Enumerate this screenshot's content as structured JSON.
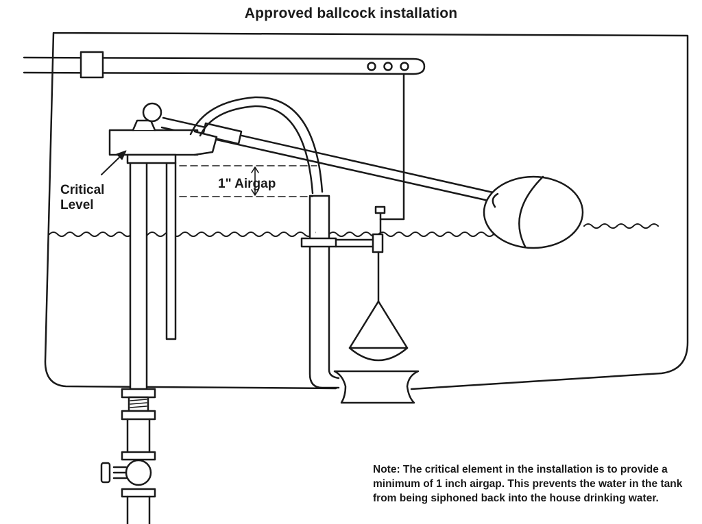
{
  "title": "Approved ballcock installation",
  "labels": {
    "critical_level_line1": "Critical",
    "critical_level_line2": "Level",
    "airgap": "1\" Airgap"
  },
  "note": "Note: The critical element in the installation is to provide a minimum of 1 inch airgap. This prevents the water in the tank from being siphoned back into the house drinking water."
}
